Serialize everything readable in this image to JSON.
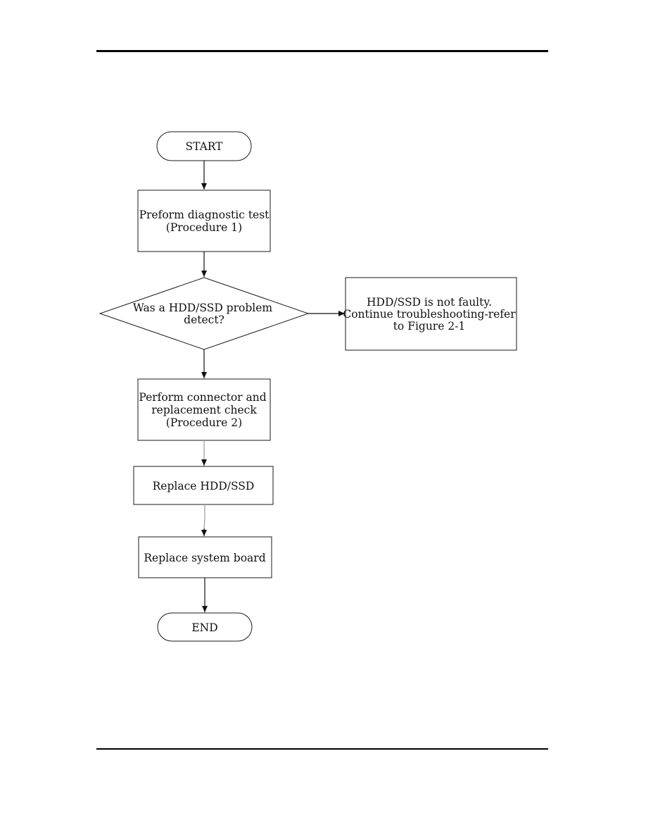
{
  "flowchart": {
    "start": "START",
    "step_diagnostic": [
      "Preform diagnostic test",
      "(Procedure 1)"
    ],
    "decision": [
      "Was a HDD/SSD problem",
      "detect?"
    ],
    "not_faulty": [
      "HDD/SSD is not faulty.",
      "Continue troubleshooting-refer",
      "to Figure 2-1"
    ],
    "step_connector": [
      "Perform connector and",
      "replacement check",
      "(Procedure 2)"
    ],
    "step_replace_drive": "Replace HDD/SSD",
    "step_replace_board": "Replace system board",
    "end": "END"
  }
}
